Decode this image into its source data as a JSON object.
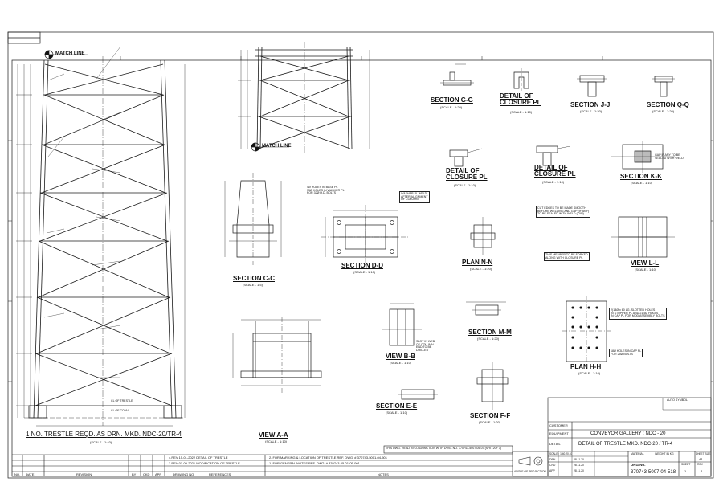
{
  "drawing": {
    "match_line_1": "MATCH LINE",
    "match_line_2": "MATCH LINE",
    "section_g": "SECTION G-G",
    "section_g_scale": "(SCALE - 1:20)",
    "detail_closure_1": "DETAIL OF CLOSURE PL",
    "detail_closure_1_scale": "(SCALE - 1:10)",
    "section_j": "SECTION J-J",
    "section_j_scale": "(SCALE - 1:20)",
    "section_q": "SECTION Q-Q",
    "section_q_scale": "(SCALE - 1:20)",
    "detail_closure_2": "DETAIL OF CLOSURE PL",
    "detail_closure_2_scale": "(SCALE - 1:10)",
    "detail_closure_3": "DETAIL OF CLOSURE PL",
    "detail_closure_3_scale": "(SCALE - 1:10)",
    "section_k": "SECTION K-K",
    "section_k_scale": "(SCALE - 1:10)",
    "section_c": "SECTION C-C",
    "section_c_scale": "(SCALE - 1:5)",
    "section_d": "SECTION D-D",
    "section_d_scale": "(SCALE - 1:10)",
    "plan_n": "PLAN N-N",
    "plan_n_scale": "(SCALE - 1:20)",
    "view_l": "VIEW L-L",
    "view_l_scale": "(SCALE - 1:10)",
    "section_m": "SECTION M-M",
    "section_m_scale": "(SCALE - 1:20)",
    "plan_h": "PLAN H-H",
    "plan_h_scale": "(SCALE - 1:10)",
    "view_b": "VIEW B-B",
    "view_b_scale": "(SCALE - 1:10)",
    "section_e": "SECTION E-E",
    "section_e_scale": "(SCALE - 1:10)",
    "section_f": "SECTION F-F",
    "section_f_scale": "(SCALE - 1:20)",
    "view_a": "VIEW A-A",
    "view_a_scale": "(SCALE - 1:10)",
    "trestle_note": "1 NO. TRESTLE REQD. AS DRN. MKD. NDC-20/TR-4",
    "trestle_scale": "(SCALE - 1:40)",
    "cl_trestle": "CL OF TRESTLE",
    "cl_conv": "CL OF CONV.",
    "note_holes": "4Ø HOLES IN BASE PL\n35Ø HOLES IN WASHER PL\nFOR 32Ø H.D. BOLTS",
    "note_washer": "WASHER PL WELD\nAFTER ALIGNMENT\nOF COLUMN",
    "note_cut": "CUT EDGES TO BE MADE SMOOTH\nBEFORE WELDING AND GAP (IF ANY)\nTO BE SEALED WITH WELD (TYP)",
    "note_forked": "THIS MEMBER TO BE FORKED\nALONG WITH CLOSURE PL",
    "note_gap": "GAP IF ANY TO BE\nSEALED WITH WELD",
    "note_slot": "SLOT IN WEB\nOF COLUMN\nEND TO BE\nDRILLED",
    "note_slotted": "2)18Ø x 60 LG. SLOTTED HOLES\nIN STOPPER PL AND 21.5Ø HOLES\nIN CAP PL FOR MOD ASSEMBLY BOLTS",
    "note_holes_cap": "18Ø HOLES IN CAP PL\nFOR 25Ø BOLTS",
    "ref_note": "THIS DWG. READ IN CONJUNCTION WITH DWG. NO. 370743-5007-05-07 (SHT. 20F 3)",
    "revision_rows": [
      "4.REV 15-01-2022 DETAIL OF TRESTLE",
      "3.REV 01-09-2021 MODIFICATION OF TRESTLE"
    ],
    "ref_lines": [
      "2. FOR MARKING & LOCATION OF TRESTLE REF. DWG. # 370743-5001-04-501",
      "1. FOR GENERAL NOTES REF. DWG. # 370743-05-01-05-001"
    ],
    "rev_headers": [
      "NO.",
      "DATE",
      "REVISION",
      "BY",
      "CKD",
      "APP",
      "DRAWING NO.",
      "REFERENCES",
      "NOTES"
    ],
    "projection": "ANGLE OF PROJECTION",
    "auto_symbol": "AUTO SYMBOL",
    "customer_lbl": "CUSTOMER",
    "equipment_lbl": "EQUIPMENT",
    "equipment_val": "CONVEYOR GALLERY : NDC - 20",
    "detail_lbl": "DETAIL",
    "detail_val": "DETAIL OF TRESTLE MKD. NDC-20 / TR-4",
    "material_lbl": "MATERIAL",
    "weight_lbl": "WEIGHT IN KG",
    "sheet_size_lbl": "SHEET SIZE",
    "sheet_size": "A1",
    "dwg_no_lbl": "DRG.No.",
    "dwg_no": "370743-5007-04-518",
    "sheet_lbl": "SHEET",
    "sheet_val": "1",
    "rev_lbl": "REV",
    "rev_val": "4",
    "sign_rows": [
      "DRN",
      "CHD",
      "APP"
    ],
    "sign_dates": [
      "28.11.20",
      "28.11.20",
      "28.11.20"
    ],
    "scale_val": "SCALE : 1:40,20,10"
  }
}
